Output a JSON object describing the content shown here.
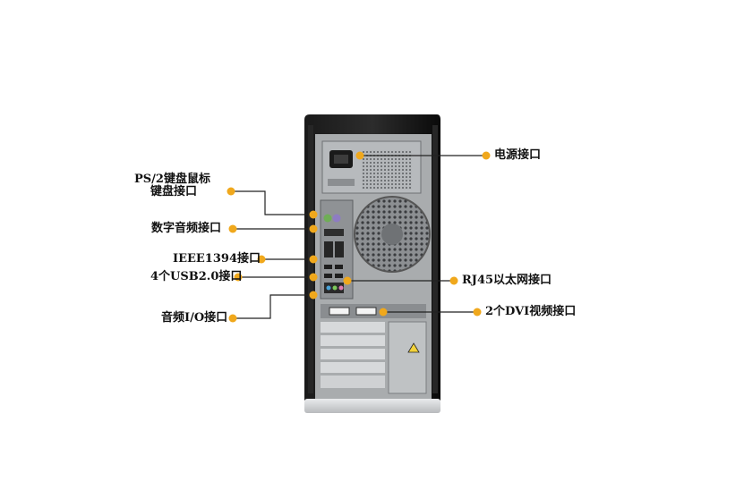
{
  "colors": {
    "marker": "#f0a81c",
    "leader_line": "#222222",
    "case_body": "#0c0c0c",
    "panel_metal": "#a9acae",
    "base": "#d9dadc"
  },
  "callouts": {
    "power": "电源接口",
    "ps2_line1": "PS/2键盘鼠标",
    "ps2_line2": "键盘接口",
    "digital_audio": "数字音频接口",
    "ieee1394": "IEEE1394接口",
    "usb": "4个USB2.0接口",
    "audio_io": "音频I/O接口",
    "rj45": "RJ45以太网接口",
    "dvi": "2个DVI视频接口"
  },
  "icons": [
    "fan-grille-icon",
    "power-socket-icon",
    "warning-icon",
    "ps2-port-icon",
    "usb-port-icon",
    "dvi-port-icon"
  ]
}
